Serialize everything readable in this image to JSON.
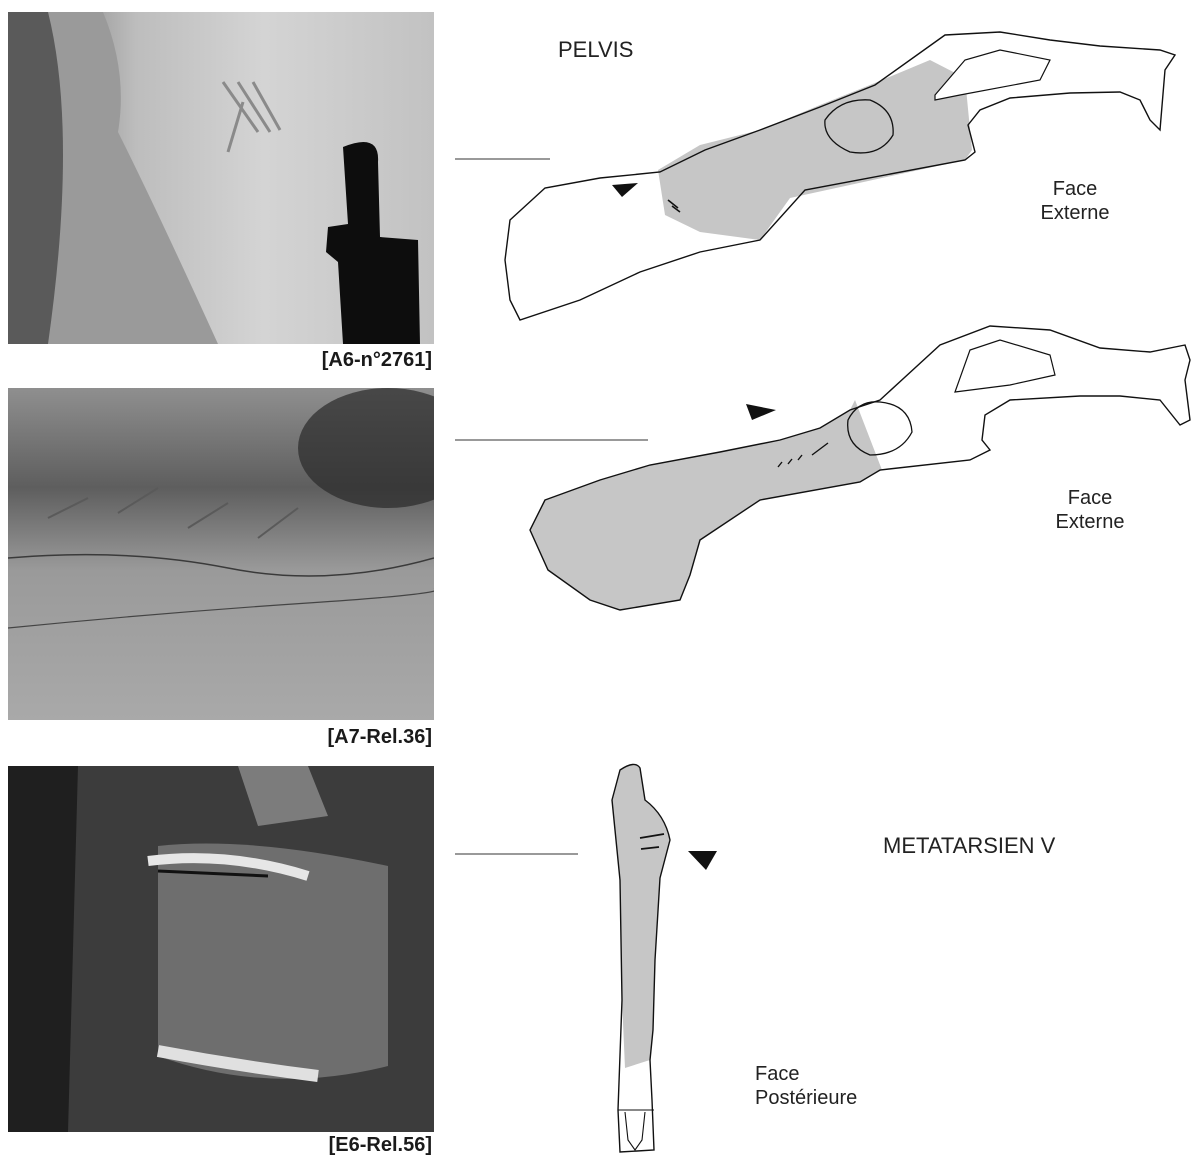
{
  "panels": [
    {
      "caption": "[A6-n°2761]",
      "bone_title": "PELVIS",
      "face_label_line1": "Face",
      "face_label_line2": "Externe"
    },
    {
      "caption": "[A7-Rel.36]",
      "face_label_line1": "Face",
      "face_label_line2": "Externe"
    },
    {
      "caption": "[E6-Rel.56]",
      "bone_title": "METATARSIEN V",
      "face_label_line1": "Face",
      "face_label_line2": "Postérieure"
    }
  ],
  "colors": {
    "shaded_area": "#c6c6c6",
    "outline": "#111111"
  }
}
